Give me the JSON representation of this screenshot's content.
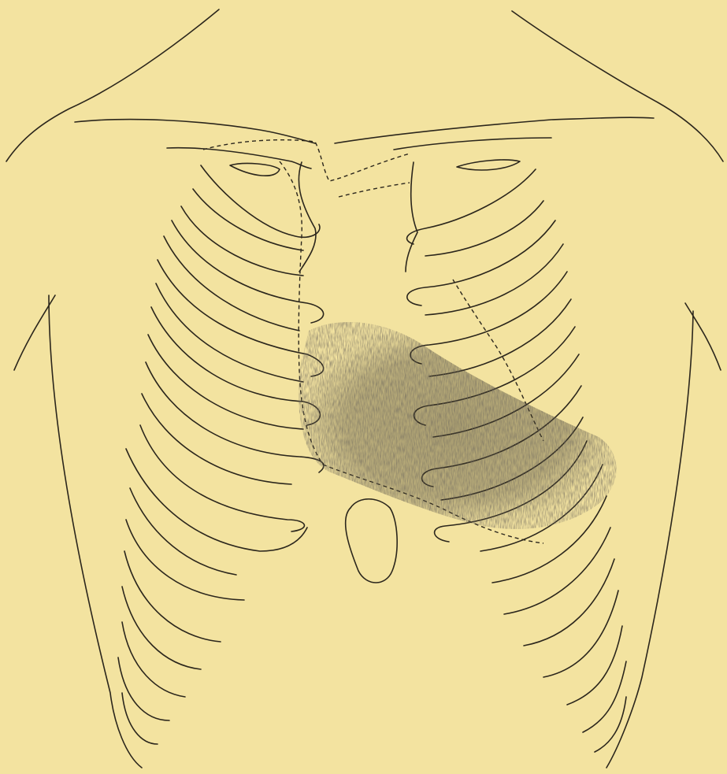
{
  "figure": {
    "subject": "chest-outline-with-heart-dullness",
    "colors": {
      "paper": "#f3e3a0",
      "ink": "#2b261c",
      "shading": "#3a3428"
    },
    "elements": [
      "body-outline",
      "clavicles",
      "sternum-outline",
      "ribs",
      "xiphoid-process",
      "heart-border-dashed",
      "dullness-shading"
    ]
  }
}
